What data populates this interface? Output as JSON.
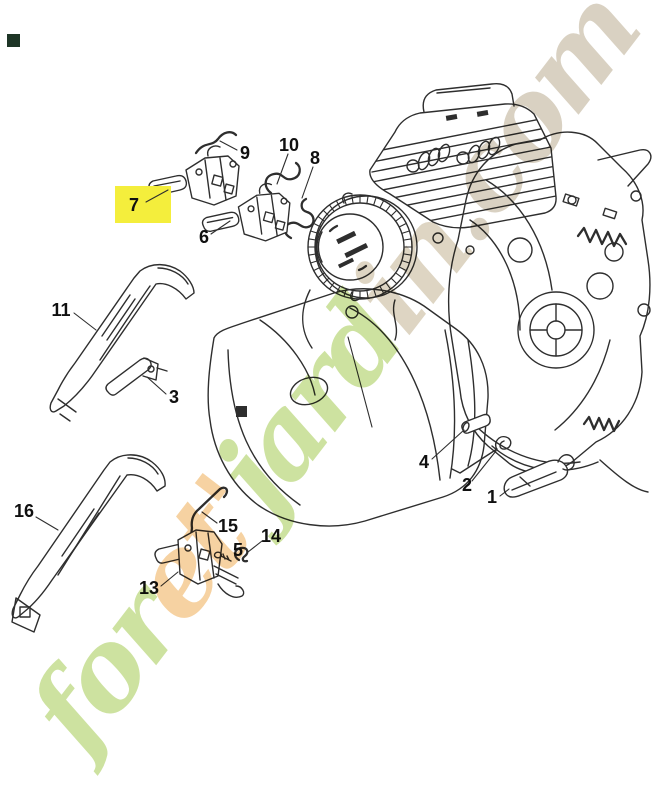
{
  "page": {
    "background": "#ffffff"
  },
  "corner_icon": {
    "color": "#1e3526"
  },
  "highlight": {
    "color": "#f4ee3c",
    "highlighted_part": "7"
  },
  "watermark": {
    "text": "foret'jardin.com",
    "letters": [
      {
        "ch": "f",
        "color": "#cde2a0"
      },
      {
        "ch": "o",
        "color": "#cde2a0"
      },
      {
        "ch": "r",
        "color": "#cde2a0"
      },
      {
        "ch": "e",
        "color": "#f6d2a2"
      },
      {
        "ch": "t",
        "color": "#f6d2a2"
      },
      {
        "ch": "'",
        "color": "#f6d2a2"
      },
      {
        "ch": "j",
        "color": "#cde2a0"
      },
      {
        "ch": "a",
        "color": "#cde2a0"
      },
      {
        "ch": "r",
        "color": "#cde2a0"
      },
      {
        "ch": "d",
        "color": "#cde2a0"
      },
      {
        "ch": "i",
        "color": "#ded5c3"
      },
      {
        "ch": "n",
        "color": "#ded5c3"
      },
      {
        "ch": ".",
        "color": "#d9d1c2"
      },
      {
        "ch": "c",
        "color": "#d9d1c2"
      },
      {
        "ch": "o",
        "color": "#d9d1c2"
      },
      {
        "ch": "m",
        "color": "#d9d1c2"
      }
    ]
  },
  "diagram": {
    "kind": "exploded-parts-diagram",
    "subject": "chainsaw powerhead with throttle control and handle moldings",
    "line_color": "#2e2e2e",
    "parts": {
      "1": {
        "label": "1"
      },
      "2": {
        "label": "2"
      },
      "3": {
        "label": "3"
      },
      "4": {
        "label": "4"
      },
      "5": {
        "label": "5"
      },
      "6": {
        "label": "6"
      },
      "7": {
        "label": "7"
      },
      "8": {
        "label": "8"
      },
      "9": {
        "label": "9"
      },
      "10": {
        "label": "10"
      },
      "11": {
        "label": "11"
      },
      "13": {
        "label": "13"
      },
      "14": {
        "label": "14"
      },
      "15": {
        "label": "15"
      },
      "16": {
        "label": "16"
      }
    }
  }
}
